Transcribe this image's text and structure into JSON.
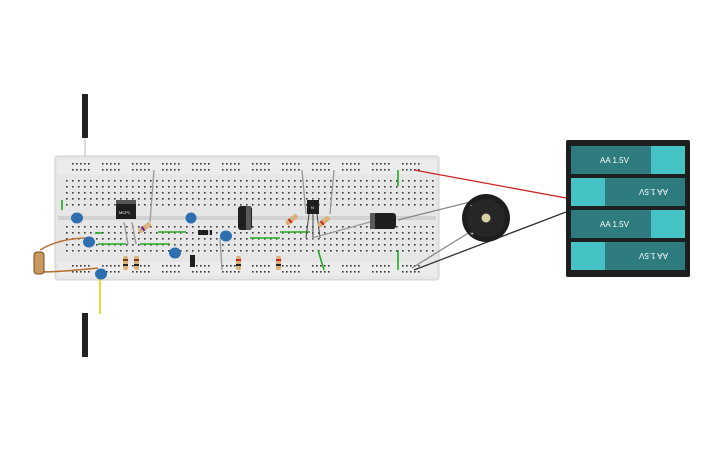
{
  "canvas": {
    "background": "#ffffff"
  },
  "breadboard": {
    "color": "#e6e6e6",
    "hole_color": "#3a3a3a"
  },
  "components": {
    "regulator_marking": "MCP1",
    "transistor_marking": "N"
  },
  "battery_pack": {
    "cells": [
      {
        "label": "AA 1.5V",
        "flipped": false
      },
      {
        "label": "AA 1.5V",
        "flipped": true
      },
      {
        "label": "AA 1.5V",
        "flipped": false
      },
      {
        "label": "AA 1.5V",
        "flipped": true
      }
    ],
    "cell_color": "#2e7c80",
    "cap_color": "#45c2c4"
  },
  "wires": {
    "red": "#cc2222",
    "black": "#333333",
    "green": "#22aa22",
    "yellow": "#e8d000",
    "gray": "#888888"
  },
  "buzzer": {
    "plus_label": "+",
    "minus_label": "-"
  }
}
